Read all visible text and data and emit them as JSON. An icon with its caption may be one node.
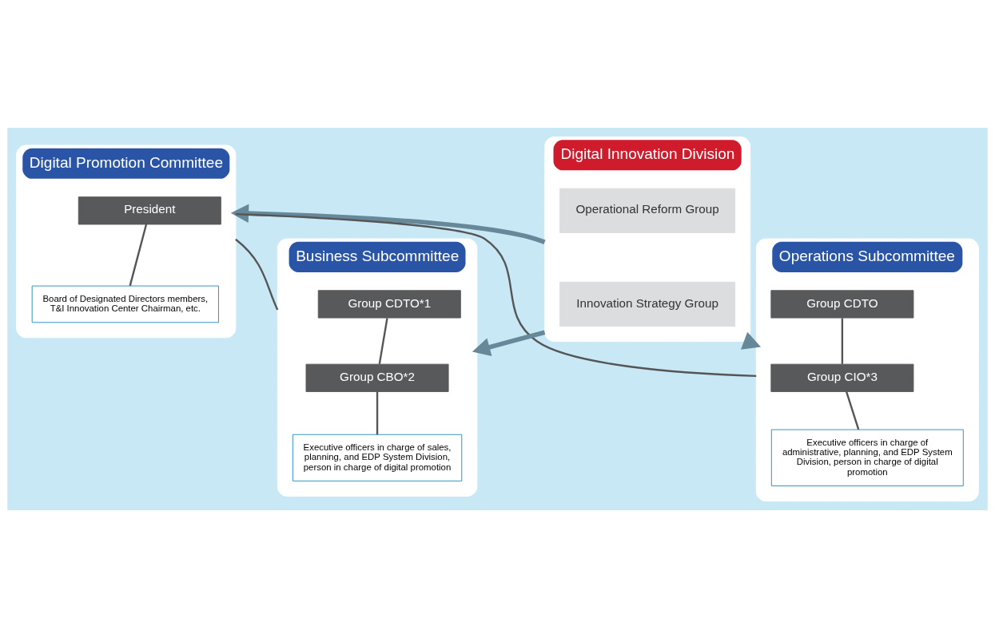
{
  "diagram": {
    "nodes": [
      {
        "text": [
          "Digital Promotion Committee"
        ]
      },
      {
        "text": [
          "President"
        ],
        "in": 0
      },
      {
        "text": [
          "Board of Designated Directors members, T&I Innovation Center Chairman, etc."
        ],
        "in": 0
      },
      {
        "text": [
          "Business Subcommittee"
        ]
      },
      {
        "text": [
          "Group CDTO*1"
        ],
        "in": 3
      },
      {
        "text": [
          "Group CBO*2"
        ],
        "in": 3
      },
      {
        "text": [
          "Executive officers in charge of sales, planning, and EDP System Division, person in charge of digital promotion"
        ],
        "in": 3
      },
      {
        "text": [
          "Digital Innovation Division"
        ]
      },
      {
        "text": [
          "Innovation Strategy Group"
        ],
        "in": 7
      },
      {
        "text": [
          "Operational Reform Group"
        ],
        "in": 7
      },
      {
        "text": [
          "Operations Subcommittee"
        ]
      },
      {
        "text": [
          "Group CDTO"
        ],
        "in": 10
      },
      {
        "text": [
          "Group CIO*3"
        ],
        "in": 10
      },
      {
        "text": [
          "Executive officers in charge of administrative, planning, and EDP System Division, person in charge of digital promotion"
        ],
        "in": 10
      }
    ],
    "edges": [
      {
        "from": 1,
        "to": 2,
        "arrow": "none"
      },
      {
        "from": 0,
        "to": 3,
        "arrow": "none"
      },
      {
        "from": 0,
        "to": 10,
        "arrow": "none"
      },
      {
        "from": 7,
        "to": 0,
        "arrow": "to",
        "style": "thick",
        "color": "#668899"
      },
      {
        "from": 7,
        "to": 3,
        "arrow": "to",
        "style": "thick",
        "color": "#668899"
      },
      {
        "from": 7,
        "to": 10,
        "arrow": "to",
        "style": "thick",
        "color": "#668899"
      },
      {
        "from": 4,
        "to": 5,
        "arrow": "none"
      },
      {
        "from": 5,
        "to": 6,
        "arrow": "none"
      },
      {
        "from": 11,
        "to": 12,
        "arrow": "none"
      },
      {
        "from": 12,
        "to": 13,
        "arrow": "none"
      }
    ]
  }
}
